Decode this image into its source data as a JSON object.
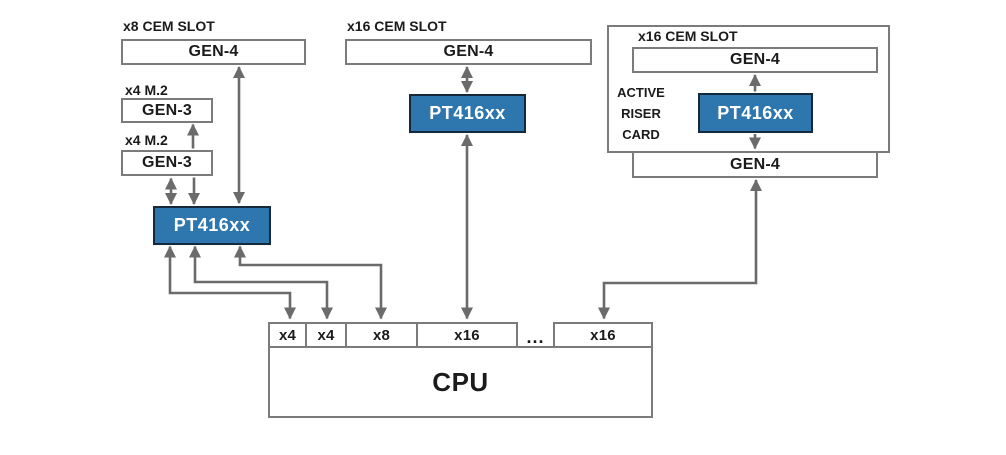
{
  "colors": {
    "retimer_fill": "#2E76AE",
    "retimer_border": "#16293B",
    "box_border": "#7B7B7B",
    "arrow_color": "#6B6B6B",
    "text_color": "#1B1B1B",
    "background": "#FFFFFF"
  },
  "left_group": {
    "slot_label": "x8 CEM SLOT",
    "slot_gen": "GEN-4",
    "m2_label_top": "x4 M.2",
    "m2_gen_top": "GEN-3",
    "m2_label_bottom": "x4 M.2",
    "m2_gen_bottom": "GEN-3",
    "retimer_label": "PT416xx"
  },
  "middle_group": {
    "slot_label": "x16 CEM SLOT",
    "slot_gen": "GEN-4",
    "retimer_label": "PT416xx"
  },
  "right_group": {
    "slot_label": "x16 CEM SLOT",
    "slot_gen": "GEN-4",
    "riser_label": "ACTIVE\nRISER\nCARD",
    "retimer_label": "PT416xx",
    "edge_gen": "GEN-4"
  },
  "cpu": {
    "label": "CPU",
    "ports": [
      "x4",
      "x4",
      "x8",
      "x16",
      "x16"
    ],
    "ellipsis": "..."
  }
}
